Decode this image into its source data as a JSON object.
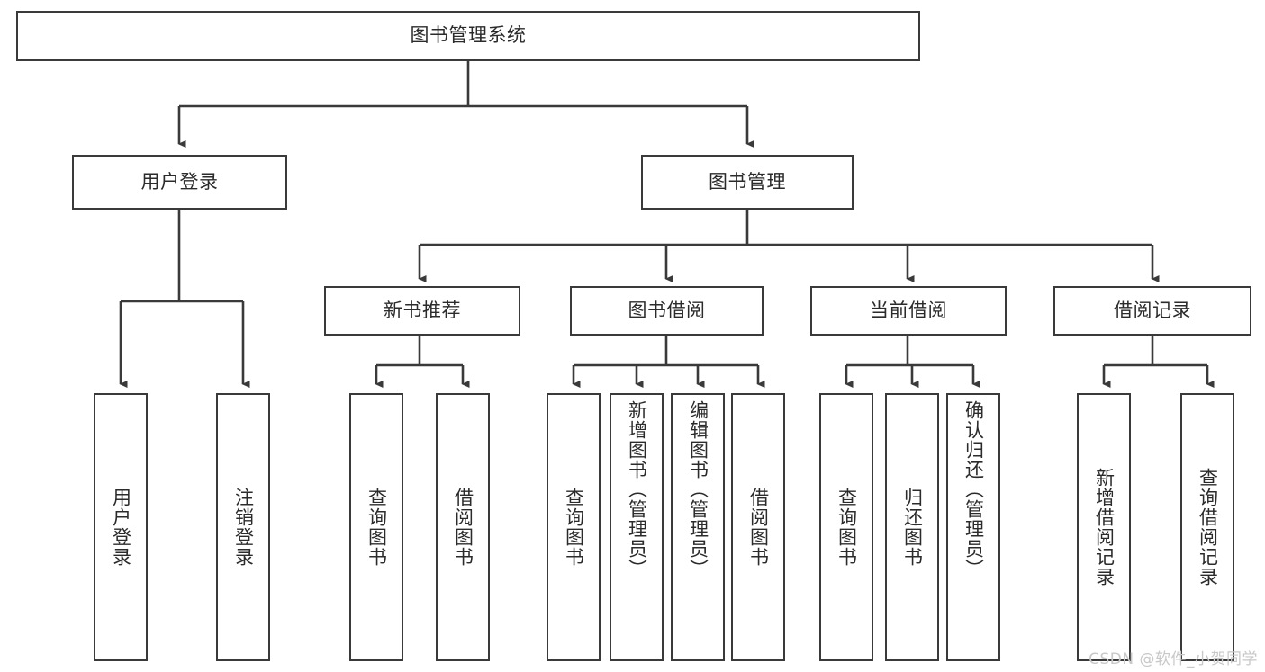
{
  "diagram": {
    "title": "图书管理系统",
    "type": "hierarchy-tree",
    "root": {
      "label": "图书管理系统"
    },
    "level2": [
      {
        "label": "用户登录"
      },
      {
        "label": "图书管理"
      }
    ],
    "level3": [
      {
        "label": "新书推荐"
      },
      {
        "label": "图书借阅"
      },
      {
        "label": "当前借阅"
      },
      {
        "label": "借阅记录"
      }
    ],
    "leaves": {
      "user_login": [
        {
          "label": "用户登录"
        },
        {
          "label": "注销登录"
        }
      ],
      "new_book_recommend": [
        {
          "label": "查询图书"
        },
        {
          "label": "借阅图书"
        }
      ],
      "book_borrow": [
        {
          "label": "查询图书"
        },
        {
          "label": "新增图书（管理员）"
        },
        {
          "label": "编辑图书（管理员）"
        },
        {
          "label": "借阅图书"
        }
      ],
      "current_borrow": [
        {
          "label": "查询图书"
        },
        {
          "label": "归还图书"
        },
        {
          "label": "确认归还（管理员）"
        }
      ],
      "borrow_record": [
        {
          "label": "新增借阅记录"
        },
        {
          "label": "查询借阅记录"
        }
      ]
    }
  },
  "watermark": {
    "text": "CSDN @软件_小贺同学"
  },
  "colors": {
    "border": "#3a3a3a",
    "text": "#2b2b2b",
    "background": "#ffffff",
    "watermark": "#c8c8c8"
  }
}
